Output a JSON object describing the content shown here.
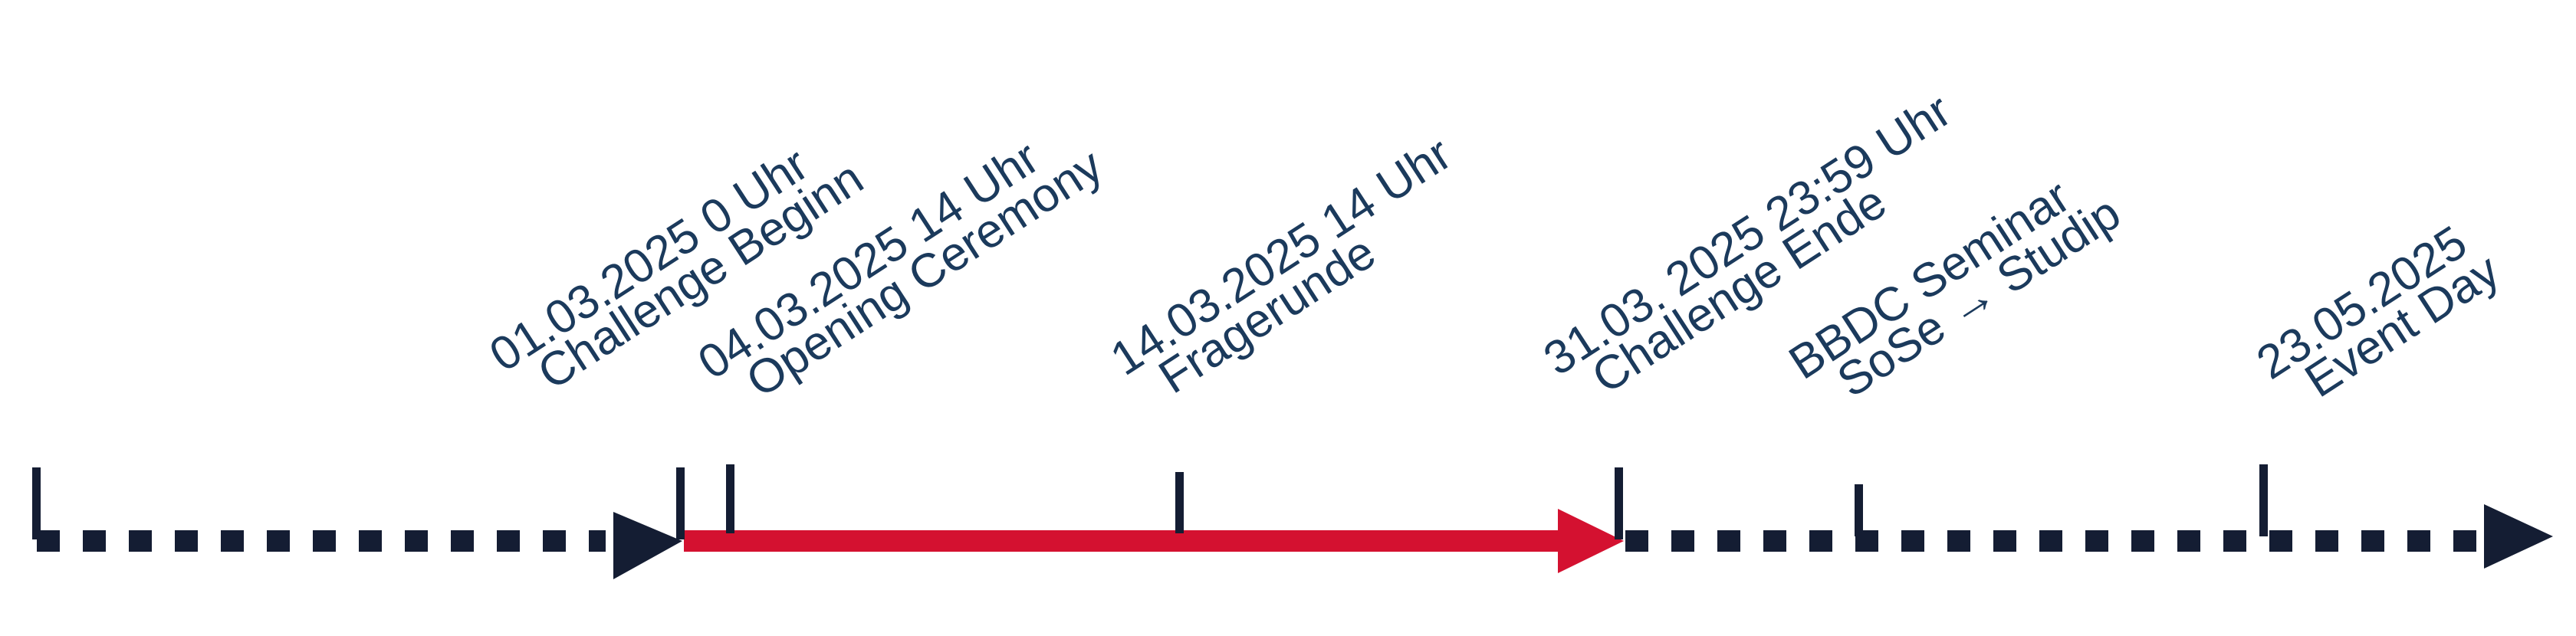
{
  "colors": {
    "line": "#141d33",
    "highlight": "#d41130",
    "text": "#1b3a5c"
  },
  "events": [
    {
      "id": "challenge-start",
      "line1": "01.03.2025 0 Uhr",
      "line2": "Challenge Beginn"
    },
    {
      "id": "opening-ceremony",
      "line1": "04.03.2025 14 Uhr",
      "line2": "Opening Ceremony"
    },
    {
      "id": "fragerunde",
      "line1": "14.03.2025 14 Uhr",
      "line2": "Fragerunde"
    },
    {
      "id": "challenge-end",
      "line1": "31.03. 2025 23:59 Uhr",
      "line2": "Challenge Ende"
    },
    {
      "id": "bbdc-seminar",
      "line1": "BBDC Seminar",
      "line2": "SoSe → Studip"
    },
    {
      "id": "event-day",
      "line1": "23.05.2025",
      "line2": "Event Day"
    }
  ]
}
